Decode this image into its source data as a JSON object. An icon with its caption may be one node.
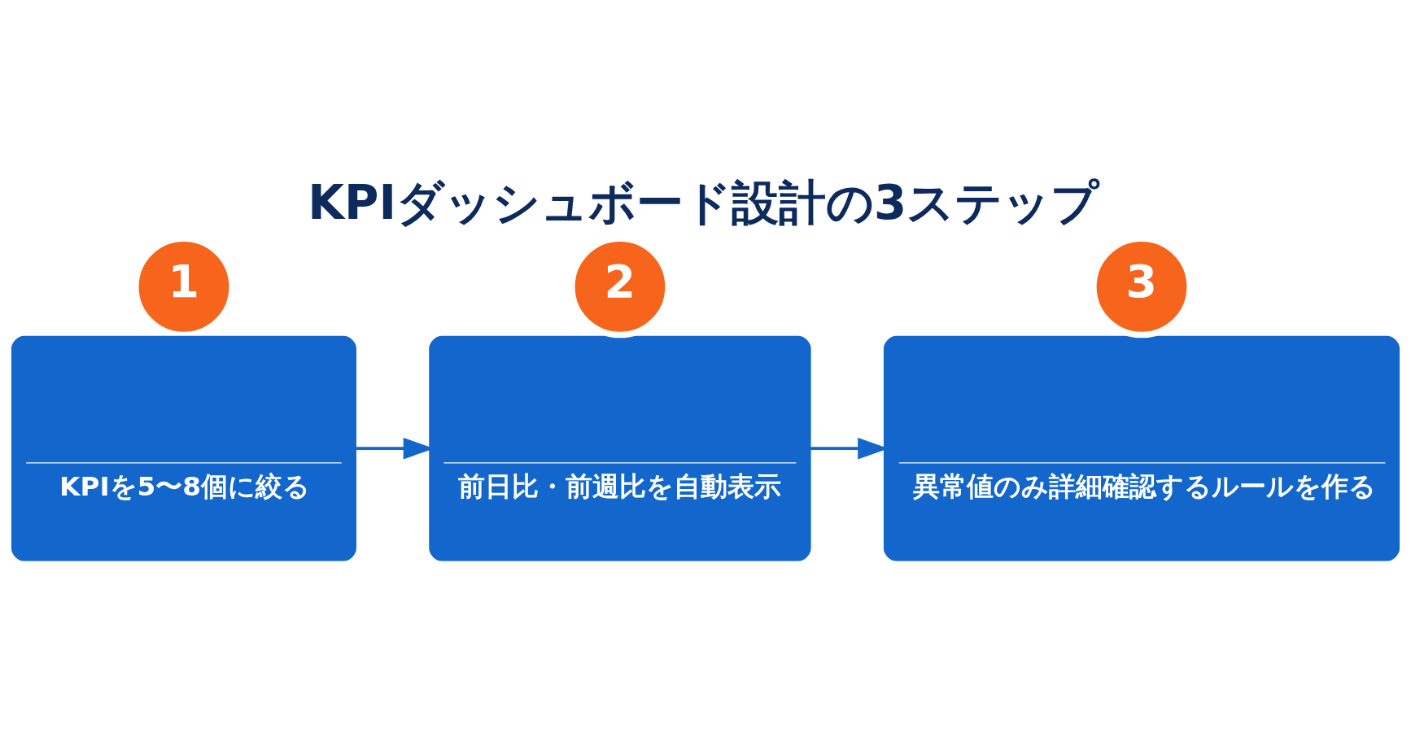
{
  "diagram": {
    "title": "KPIダッシュボード設計の3ステップ",
    "nodes": [
      {
        "text": [
          "1"
        ]
      },
      {
        "text": [
          "KPIを5〜8個に絞る"
        ]
      },
      {
        "text": [
          "2"
        ]
      },
      {
        "text": [
          "前日比・前週比を自動表示"
        ]
      },
      {
        "text": [
          "3"
        ]
      },
      {
        "text": [
          "異常値のみ詳細確認するルールを作る"
        ]
      }
    ],
    "edges": [
      {
        "from": 1,
        "to": 3,
        "arrow": "to"
      },
      {
        "from": 3,
        "to": 5,
        "arrow": "to"
      }
    ]
  }
}
